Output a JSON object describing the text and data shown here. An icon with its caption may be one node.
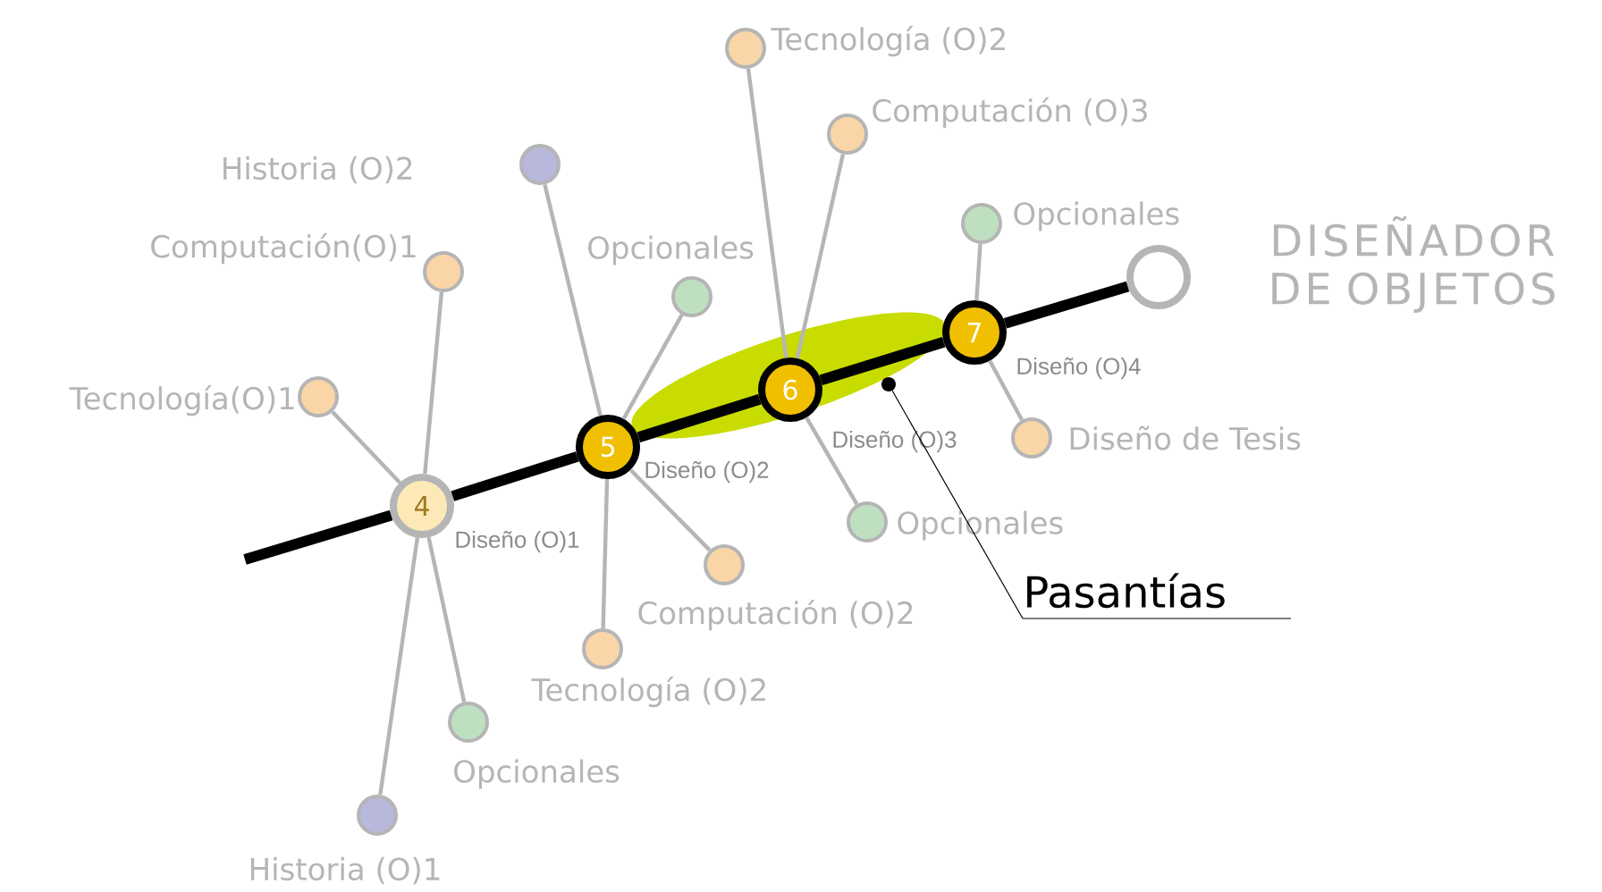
{
  "diagram": {
    "nodes": [
      {
        "text": [
          "4"
        ],
        "beside": [
          "Diseño (O)1"
        ]
      },
      {
        "text": [
          "5"
        ],
        "beside": [
          "Diseño (O)2"
        ]
      },
      {
        "text": [
          "6"
        ],
        "beside": [
          "Diseño (O)3"
        ]
      },
      {
        "text": [
          "7"
        ],
        "beside": [
          "Diseño (O)4"
        ]
      },
      {
        "text": [],
        "shape": "circle",
        "beside": [
          "DISEÑADOR DE OBJETOS"
        ]
      },
      {
        "text": [],
        "shape": "circle",
        "beside": [
          "Tecnología(O)1"
        ]
      },
      {
        "text": [],
        "shape": "circle",
        "beside": [
          "Computación(O)1"
        ]
      },
      {
        "text": [],
        "shape": "circle",
        "beside": [
          "Opcionales"
        ]
      },
      {
        "text": [],
        "shape": "circle",
        "beside": [
          "Historia (O)1"
        ]
      },
      {
        "text": [],
        "shape": "circle",
        "beside": [
          "Historia (O)2"
        ]
      },
      {
        "text": [],
        "shape": "circle",
        "beside": [
          "Opcionales"
        ]
      },
      {
        "text": [],
        "shape": "circle",
        "beside": [
          "Computación (O)2"
        ]
      },
      {
        "text": [],
        "shape": "circle",
        "beside": [
          "Tecnología (O)2"
        ]
      },
      {
        "text": [],
        "shape": "circle",
        "beside": [
          "Tecnología (O)2"
        ]
      },
      {
        "text": [],
        "shape": "circle",
        "beside": [
          "Computación (O)3"
        ]
      },
      {
        "text": [],
        "shape": "circle",
        "beside": [
          "Opcionales"
        ]
      },
      {
        "text": [],
        "shape": "circle",
        "beside": [
          "Opcionales"
        ]
      },
      {
        "text": [],
        "shape": "circle",
        "beside": [
          "Diseño de Tesis"
        ]
      },
      {
        "text": [
          "Pasantías"
        ]
      },
      {
        "text": [],
        "shape": "circle"
      }
    ],
    "edges": [
      {
        "from": null,
        "to": 0,
        "arrow": "none",
        "style": "thick",
        "color": "#000000"
      },
      {
        "from": 0,
        "to": 1,
        "arrow": "none",
        "style": "thick",
        "color": "#000000"
      },
      {
        "from": 1,
        "to": 2,
        "arrow": "none",
        "style": "thick",
        "color": "#000000"
      },
      {
        "from": 2,
        "to": 3,
        "arrow": "none",
        "style": "thick",
        "color": "#000000"
      },
      {
        "from": 3,
        "to": 4,
        "arrow": "none",
        "style": "thick",
        "color": "#000000"
      },
      {
        "from": 0,
        "to": 5,
        "arrow": "none"
      },
      {
        "from": 0,
        "to": 6,
        "arrow": "none"
      },
      {
        "from": 0,
        "to": 7,
        "arrow": "none"
      },
      {
        "from": 0,
        "to": 8,
        "arrow": "none"
      },
      {
        "from": 1,
        "to": 9,
        "arrow": "none"
      },
      {
        "from": 1,
        "to": 10,
        "arrow": "none"
      },
      {
        "from": 1,
        "to": 11,
        "arrow": "none"
      },
      {
        "from": 1,
        "to": 12,
        "arrow": "none"
      },
      {
        "from": 2,
        "to": 13,
        "arrow": "none"
      },
      {
        "from": 2,
        "to": 14,
        "arrow": "none"
      },
      {
        "from": 2,
        "to": 15,
        "arrow": "none"
      },
      {
        "from": 3,
        "to": 16,
        "arrow": "none"
      },
      {
        "from": 3,
        "to": 17,
        "arrow": "none"
      },
      {
        "from": 18,
        "to": 19,
        "arrow": "none",
        "color": "#000000"
      }
    ]
  }
}
